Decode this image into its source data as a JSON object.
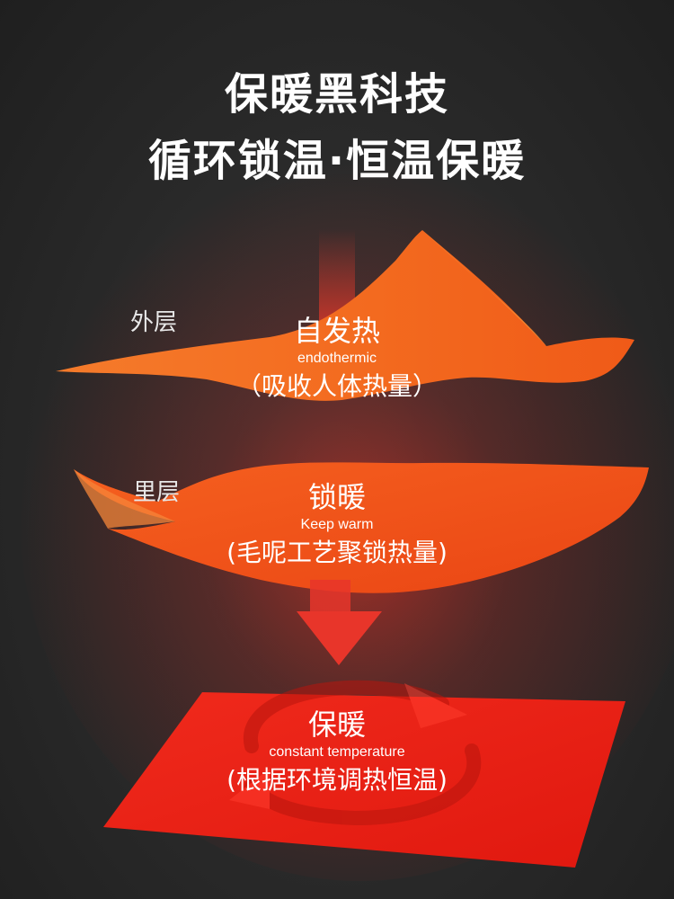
{
  "headline": {
    "line1": "保暖黑科技",
    "line2": "循环锁温·恒温保暖"
  },
  "layers": {
    "outer_label": "外层",
    "inner_label": "里层"
  },
  "sections": [
    {
      "title": "自发热",
      "subtitle": "endothermic",
      "description": "（吸收人体热量）"
    },
    {
      "title": "锁暖",
      "subtitle": "Keep warm",
      "description": "(毛呢工艺聚锁热量)"
    },
    {
      "title": "保暖",
      "subtitle": "constant temperature",
      "description": "(根据环境调热恒温)"
    }
  ],
  "colors": {
    "background": "#2b2b2b",
    "outer_layer": "#f26a1f",
    "inner_layer": "#f2541b",
    "base_layer": "#e8221a",
    "arrow": "#e8352a"
  },
  "icons": {
    "down_arrow": "down-arrow-icon",
    "circular_arrow": "circular-arrow-icon"
  }
}
